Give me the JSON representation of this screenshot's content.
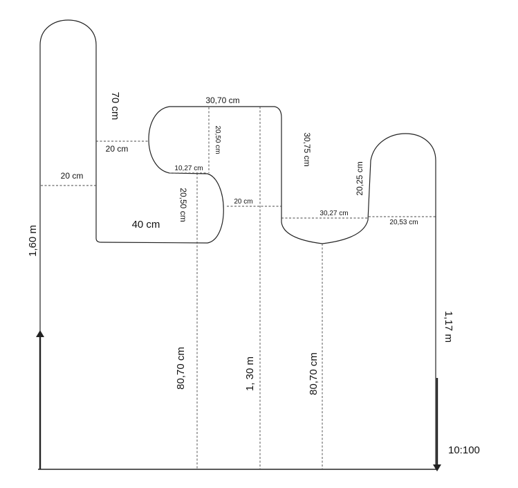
{
  "diagram": {
    "labels": {
      "height_left": "1,60 m",
      "finger1_height": "70 cm",
      "finger1_gap": "20 cm",
      "finger1_width": "20 cm",
      "lobe_top_width": "30,70 cm",
      "lobe_upper_height": "20,50 cm",
      "lobe_neck": "10,27 cm",
      "lobe_lower_height": "20,50 cm",
      "bottom_span": "40 cm",
      "mid_gap": "20 cm",
      "center_height": "1, 30 m",
      "drop_height": "30,75 cm",
      "u_width": "30,27 cm",
      "right_finger_height": "20,25 cm",
      "right_finger_width": "20,53 cm",
      "height_right": "1,17 m",
      "left_post": "80,70 cm",
      "right_post": "80,70 cm",
      "scale": "10:100"
    },
    "colors": {
      "stroke": "#222222",
      "text": "#111111",
      "background": "#ffffff"
    }
  }
}
